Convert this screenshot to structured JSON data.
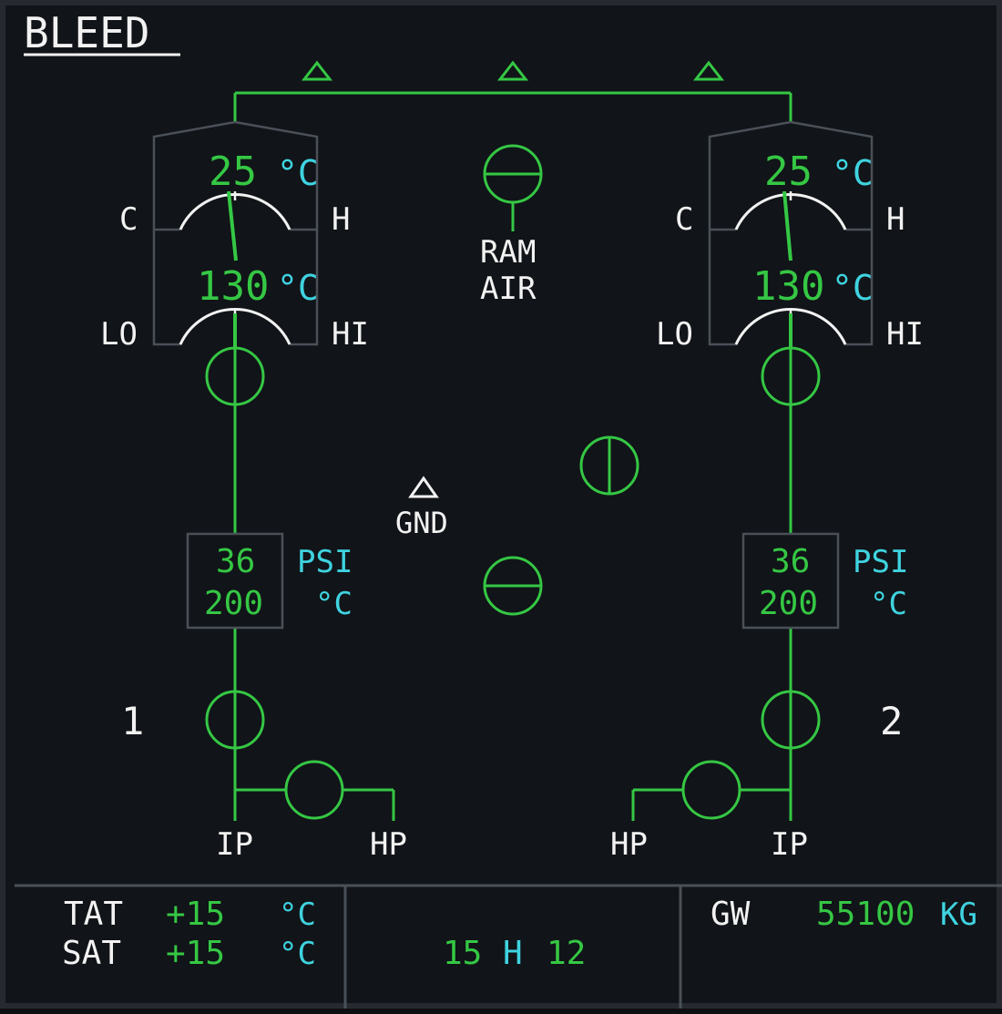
{
  "page": {
    "title": "BLEED"
  },
  "colors": {
    "green": "#35c744",
    "cyan": "#3fd3e0",
    "white": "#f2f2f2",
    "grey": "#4a5058",
    "bg": "#111418"
  },
  "ram_air": {
    "line1": "RAM",
    "line2": "AIR"
  },
  "gnd": {
    "label": "GND"
  },
  "packs": [
    {
      "id": "1",
      "outlet_temp": "25",
      "outlet_unit": "°C",
      "cold_label": "C",
      "hot_label": "H",
      "inlet_temp": "130",
      "inlet_unit": "°C",
      "lo_label": "LO",
      "hi_label": "HI"
    },
    {
      "id": "2",
      "outlet_temp": "25",
      "outlet_unit": "°C",
      "cold_label": "C",
      "hot_label": "H",
      "inlet_temp": "130",
      "inlet_unit": "°C",
      "lo_label": "LO",
      "hi_label": "HI"
    }
  ],
  "engines": [
    {
      "number": "1",
      "pressure": "36",
      "temperature": "200",
      "pressure_unit": "PSI",
      "temp_unit": "°C",
      "ip_label": "IP",
      "hp_label": "HP"
    },
    {
      "number": "2",
      "pressure": "36",
      "temperature": "200",
      "pressure_unit": "PSI",
      "temp_unit": "°C",
      "ip_label": "IP",
      "hp_label": "HP"
    }
  ],
  "footer": {
    "tat_label": "TAT",
    "tat_value": "+15",
    "tat_unit": "°C",
    "sat_label": "SAT",
    "sat_value": "+15",
    "sat_unit": "°C",
    "clock_hours": "15",
    "clock_sep": "H",
    "clock_minutes": "12",
    "gw_label": "GW",
    "gw_value": "55100",
    "gw_unit": "KG"
  }
}
